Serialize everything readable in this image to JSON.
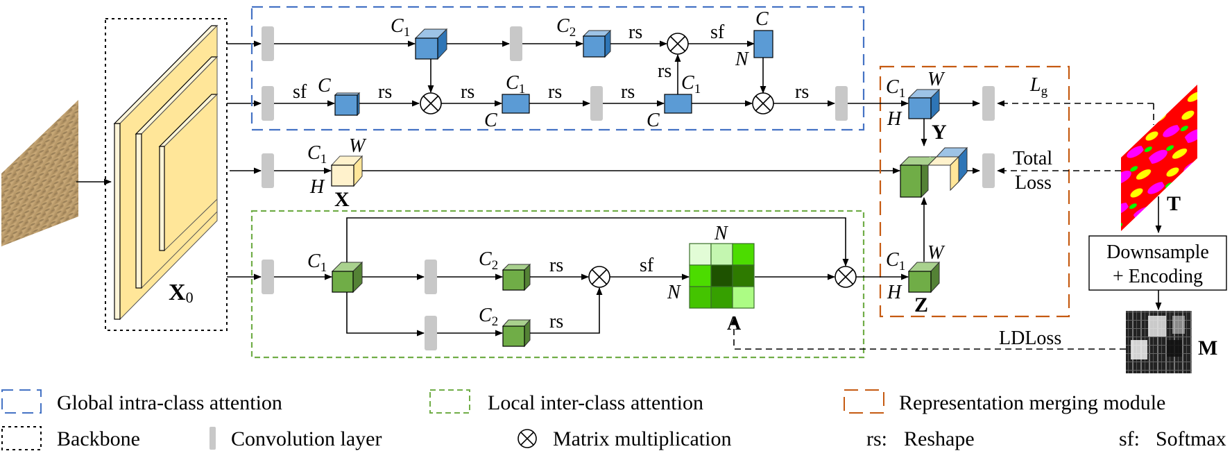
{
  "figure": {
    "type": "architecture-diagram",
    "colors": {
      "global_attention_border": "#4472c4",
      "local_attention_border": "#70ad47",
      "merging_module_border": "#c55a11",
      "backbone_border": "#000000",
      "conv_layer": "#c8c8c8",
      "blue_cube_front": "#5b9bd5",
      "blue_cube_top": "#9dc3e6",
      "blue_cube_side": "#2e75b6",
      "green_cube_front": "#70ad47",
      "green_cube_top": "#a9d18e",
      "green_cube_side": "#548235",
      "yellow_cube_front": "#fff2cc",
      "yellow_cube_side": "#ffe699",
      "backbone_fill": "#ffe699"
    },
    "backbone": {
      "output_label": "X",
      "output_subscript": "0"
    },
    "global_branch": {
      "row1": {
        "cube1_label": "C",
        "cube1_sub": "1",
        "cube2_label": "C",
        "cube2_sub": "2",
        "op1": "rs",
        "op2": "sf",
        "out_top": "C",
        "out_left": "N"
      },
      "row2": {
        "op_sf": "sf",
        "cube_a_label": "C",
        "op_rs1": "rs",
        "op_rs2": "rs",
        "cube_b_top": "C",
        "cube_b_top_sub": "1",
        "cube_b_left": "C",
        "op_rs3": "rs",
        "op_rs4": "rs",
        "cube_c_top": "C",
        "cube_c_top_sub": "1",
        "cube_c_left": "C",
        "op_rs_up": "rs",
        "op_rs_out": "rs"
      }
    },
    "x_branch": {
      "c_label": "C",
      "c_sub": "1",
      "w_label": "W",
      "h_label": "H",
      "name": "X"
    },
    "local_branch": {
      "cube1_label": "C",
      "cube1_sub": "1",
      "cube2_label": "C",
      "cube2_sub": "2",
      "cube3_label": "C",
      "cube3_sub": "2",
      "op_rs1": "rs",
      "op_rs2": "rs",
      "op_sf": "sf",
      "matrix_top": "N",
      "matrix_left": "N",
      "matrix_name": "A",
      "matrix_cells": [
        "#e2fcd6",
        "#c4f6b0",
        "#4cdc00",
        "#4cdc00",
        "#1e5200",
        "#2e7a00",
        "#44c400",
        "#36a000",
        "#acfc84"
      ]
    },
    "merging_module": {
      "y_c": "C",
      "y_c_sub": "1",
      "y_w": "W",
      "y_h": "H",
      "y_name": "Y",
      "z_c": "C",
      "z_c_sub": "1",
      "z_w": "W",
      "z_h": "H",
      "z_name": "Z"
    },
    "losses": {
      "lg_label": "L",
      "lg_sub": "g",
      "total_line1": "Total",
      "total_line2": "Loss",
      "ld_label": "LDLoss"
    },
    "target": {
      "name": "T",
      "process_line1": "Downsample",
      "process_line2": "+ Encoding",
      "matrix_name": "M"
    },
    "legend": {
      "global": "Global intra-class attention",
      "local": "Local inter-class attention",
      "merging": "Representation merging module",
      "backbone": "Backbone",
      "conv": "Convolution layer",
      "matmul": "Matrix multiplication",
      "rs_key": "rs:",
      "rs_val": "Reshape",
      "sf_key": "sf:",
      "sf_val": "Softmax"
    }
  }
}
